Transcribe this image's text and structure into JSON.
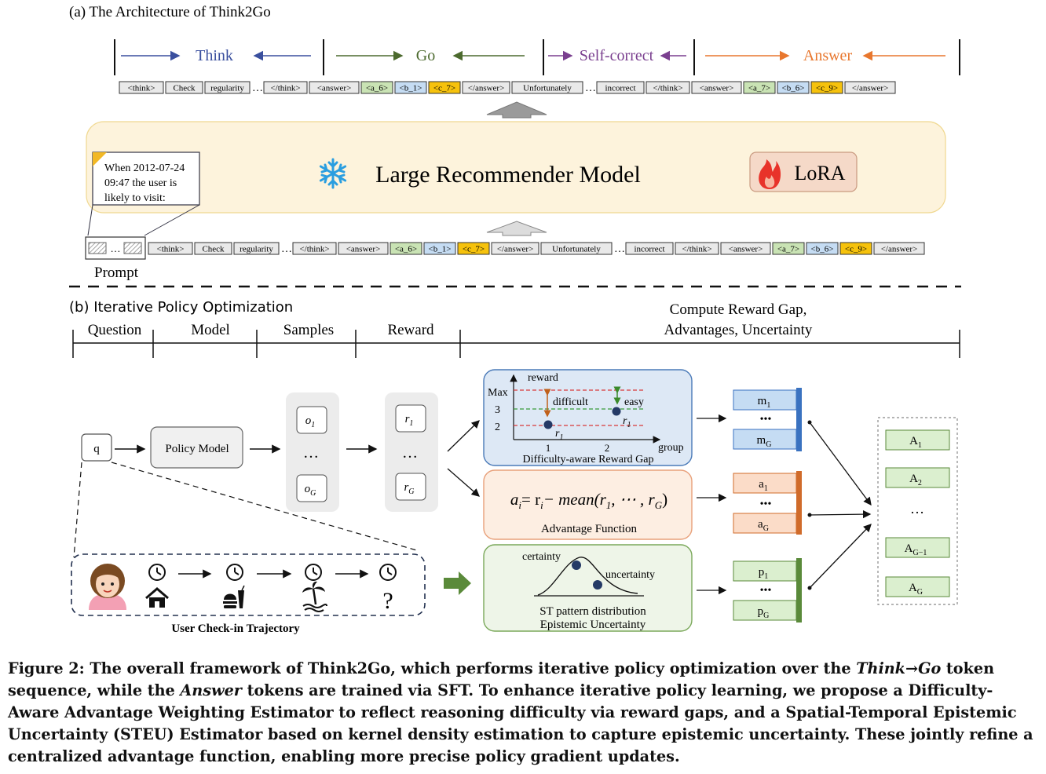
{
  "part_a": {
    "title": "(a) The Architecture of Think2Go",
    "phases": {
      "think": "Think",
      "go": "Go",
      "self_correct": "Self-correct",
      "answer": "Answer"
    },
    "colors": {
      "think": "#3a4f9e",
      "go": "#4c6a2e",
      "self_correct": "#7a3f8f",
      "answer": "#e8772e",
      "green_token": "#c9e3b4",
      "blue_token": "#c5dcf3",
      "yellow_token": "#f6c20c",
      "model_box": "#fdf3dc",
      "lora_box": "#f5d9c8"
    },
    "output_tokens": [
      {
        "text": "<think>",
        "fill": "#e9e9e9"
      },
      {
        "text": "Check",
        "fill": "#e9e9e9"
      },
      {
        "text": "regularity",
        "fill": "#e9e9e9"
      },
      {
        "text": "…",
        "fill": "none"
      },
      {
        "text": "</think>",
        "fill": "#e9e9e9"
      },
      {
        "text": "<answer>",
        "fill": "#e9e9e9"
      },
      {
        "text": "<a_6>",
        "fill": "#c9e3b4"
      },
      {
        "text": "<b_1>",
        "fill": "#c5dcf3"
      },
      {
        "text": "<c_7>",
        "fill": "#f6c20c"
      },
      {
        "text": "</answer>",
        "fill": "#e9e9e9"
      },
      {
        "text": "Unfortunately",
        "fill": "#e9e9e9"
      },
      {
        "text": "…",
        "fill": "none"
      },
      {
        "text": "incorrect",
        "fill": "#e9e9e9"
      },
      {
        "text": "</think>",
        "fill": "#e9e9e9"
      },
      {
        "text": "<answer>",
        "fill": "#e9e9e9"
      },
      {
        "text": "<a_7>",
        "fill": "#c9e3b4"
      },
      {
        "text": "<b_6>",
        "fill": "#c5dcf3"
      },
      {
        "text": "<c_9>",
        "fill": "#f6c20c"
      },
      {
        "text": "</answer>",
        "fill": "#e9e9e9"
      }
    ],
    "input_tokens": [
      {
        "text": "<think>",
        "fill": "#e9e9e9"
      },
      {
        "text": "Check",
        "fill": "#e9e9e9"
      },
      {
        "text": "regularity",
        "fill": "#e9e9e9"
      },
      {
        "text": "…",
        "fill": "none"
      },
      {
        "text": "</think>",
        "fill": "#e9e9e9"
      },
      {
        "text": "<answer>",
        "fill": "#e9e9e9"
      },
      {
        "text": "<a_6>",
        "fill": "#c9e3b4"
      },
      {
        "text": "<b_1>",
        "fill": "#c5dcf3"
      },
      {
        "text": "<c_7>",
        "fill": "#f6c20c"
      },
      {
        "text": "</answer>",
        "fill": "#e9e9e9"
      },
      {
        "text": "Unfortunately",
        "fill": "#e9e9e9"
      },
      {
        "text": "…",
        "fill": "none"
      },
      {
        "text": "incorrect",
        "fill": "#e9e9e9"
      },
      {
        "text": "</think>",
        "fill": "#e9e9e9"
      },
      {
        "text": "<answer>",
        "fill": "#e9e9e9"
      },
      {
        "text": "<a_7>",
        "fill": "#c9e3b4"
      },
      {
        "text": "<b_6>",
        "fill": "#c5dcf3"
      },
      {
        "text": "<c_9>",
        "fill": "#f6c20c"
      },
      {
        "text": "</answer>",
        "fill": "#e9e9e9"
      }
    ],
    "prompt_note": [
      "When 2012-07-24",
      "09:47 the user is",
      "likely to visit:"
    ],
    "model_label": "Large Recommender Model",
    "lora_label": "LoRA",
    "prompt_label": "Prompt",
    "prompt_ellipsis": "…",
    "snowflake_icon": "snowflake-icon",
    "flame_icon": "flame-icon"
  },
  "part_b": {
    "title": "(b) Iterative Policy Optimization",
    "headers": [
      "Question",
      "Model",
      "Samples",
      "Reward"
    ],
    "header_right": [
      "Compute Reward Gap,",
      "Advantages, Uncertainty"
    ],
    "question": "q",
    "policy_model": "Policy Model",
    "samples": {
      "first": "o",
      "first_sub": "1",
      "dots": "…",
      "last": "o",
      "last_sub": "G"
    },
    "rewards": {
      "first": "r",
      "first_sub": "1",
      "dots": "…",
      "last": "r",
      "last_sub": "G"
    },
    "reward_gap_panel": {
      "y_axis_label": "reward",
      "x_axis_label": "group",
      "y_ticks": [
        "Max",
        "3",
        "2"
      ],
      "x_ticks": [
        "1",
        "2"
      ],
      "difficult": "difficult",
      "easy": "easy",
      "point_label": "r",
      "point_sub": "1",
      "caption": "Difficulty-aware Reward Gap",
      "fill": "#dde8f5",
      "stroke": "#4a7ab8"
    },
    "advantage_panel": {
      "formula_lhs": "a",
      "formula_sub": "i",
      "formula_rhs": "= r",
      "formula_rhs_sub": "i",
      "formula_tail": "− mean(r",
      "formula_tail_sub": "1",
      "formula_mid": ", ⋯ , r",
      "formula_mid_sub": "G",
      "formula_close": ")",
      "caption": "Advantage Function",
      "fill": "#fdeee2",
      "stroke": "#e8a07a"
    },
    "uncertainty_panel": {
      "certainty": "certainty",
      "uncertainty": "uncertainty",
      "caption_1": "ST pattern distribution",
      "caption_2": "Epistemic Uncertainty",
      "fill": "#eef5e8",
      "stroke": "#7aa85a"
    },
    "m_stack": {
      "first": "m",
      "first_sub": "1",
      "dots": "•••",
      "last": "m",
      "last_sub": "G",
      "fill": "#c5dcf3",
      "bar": "#3a72c0"
    },
    "a_stack": {
      "first": "a",
      "first_sub": "1",
      "dots": "•••",
      "last": "a",
      "last_sub": "G",
      "fill": "#fbdcc8",
      "bar": "#d06b2a"
    },
    "p_stack": {
      "first": "p",
      "first_sub": "1",
      "dots": "•••",
      "last": "p",
      "last_sub": "G",
      "fill": "#dbefcf",
      "bar": "#5a8a3a"
    },
    "final_stack": {
      "items": [
        {
          "main": "A",
          "sub": "1"
        },
        {
          "main": "A",
          "sub": "2"
        },
        {
          "main": "…",
          "sub": ""
        },
        {
          "main": "A",
          "sub": "G−1"
        },
        {
          "main": "A",
          "sub": "G"
        }
      ],
      "fill": "#dbefcf"
    },
    "trajectory_label": "User Check-in Trajectory",
    "trajectory_icons": [
      "user-avatar-icon",
      "clock-icon",
      "home-icon",
      "clock-icon",
      "food-icon",
      "clock-icon",
      "beach-icon",
      "clock-icon",
      "question-icon"
    ],
    "question_mark": "?"
  },
  "caption": {
    "prefix": "Figure 2: The overall framework of Think2Go, which performs iterative policy optimization over the ",
    "think": "Think",
    "arrow": "→",
    "go": "Go",
    "middle": " token sequence, while the ",
    "answer": "Answer",
    "suffix": " tokens are trained via SFT. To enhance iterative policy learning, we propose a Difficulty-Aware Advantage Weighting Estimator to reflect reasoning difficulty via reward gaps, and a Spatial-Temporal Epistemic Uncertainty (STEU) Estimator based on kernel density estimation to capture epistemic uncertainty. These jointly refine a centralized advantage function, enabling more precise policy gradient updates."
  }
}
